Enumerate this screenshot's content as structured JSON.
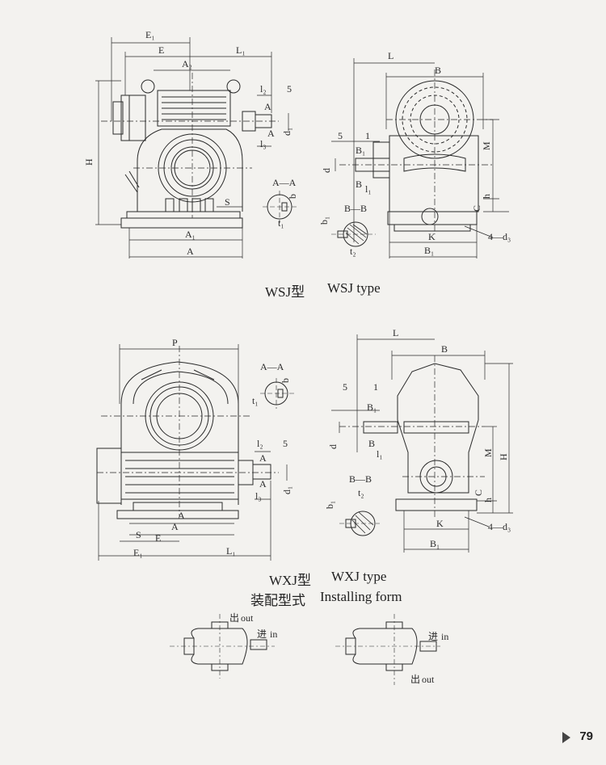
{
  "page_number": "79",
  "wsj": {
    "caption_cn": "WSJ型",
    "caption_en": "WSJ type",
    "labels": {
      "E1": "E₁",
      "E": "E",
      "L1": "L₁",
      "A2": "A₂",
      "l2": "l₂",
      "five": "5",
      "A": "A",
      "d1": "d₁",
      "l3": "l₃",
      "H": "H",
      "S": "S",
      "AA": "A—A",
      "b": "b",
      "t1": "t₁",
      "A1": "A₁",
      "Abottom": "A",
      "L": "L",
      "B": "B",
      "M": "M",
      "one": "1",
      "B1s": "B₁",
      "l1": "l₁",
      "d": "d",
      "h": "h",
      "C": "C",
      "BB": "B—B",
      "b1": "b₁",
      "t2": "t₂",
      "K": "K",
      "B1": "B₁",
      "d3": "4—d₃"
    }
  },
  "wxj": {
    "caption_cn": "WXJ型",
    "caption_en": "WXJ type",
    "labels": {
      "P": "P",
      "AA": "A—A",
      "b": "b",
      "t1": "t₁",
      "l2": "l₂",
      "five": "5",
      "A": "A",
      "d1": "d₁",
      "l3": "l₃",
      "Atop": "A",
      "S": "S",
      "E": "E",
      "Amid": "A",
      "E1": "E₁",
      "L1": "L₁",
      "L": "L",
      "B": "B",
      "H": "H",
      "M": "M",
      "one": "1",
      "B1s": "B₁",
      "l1": "l₁",
      "d": "d",
      "h": "h",
      "C": "C",
      "BB": "B—B",
      "t2": "t₂",
      "b1": "b₁",
      "K": "K",
      "B1": "B₁",
      "d3": "4—d₃"
    }
  },
  "installing": {
    "caption_cn": "装配型式",
    "caption_en": "Installing form",
    "out_cn": "出",
    "out_en": "out",
    "in_cn": "进",
    "in_en": "in"
  }
}
